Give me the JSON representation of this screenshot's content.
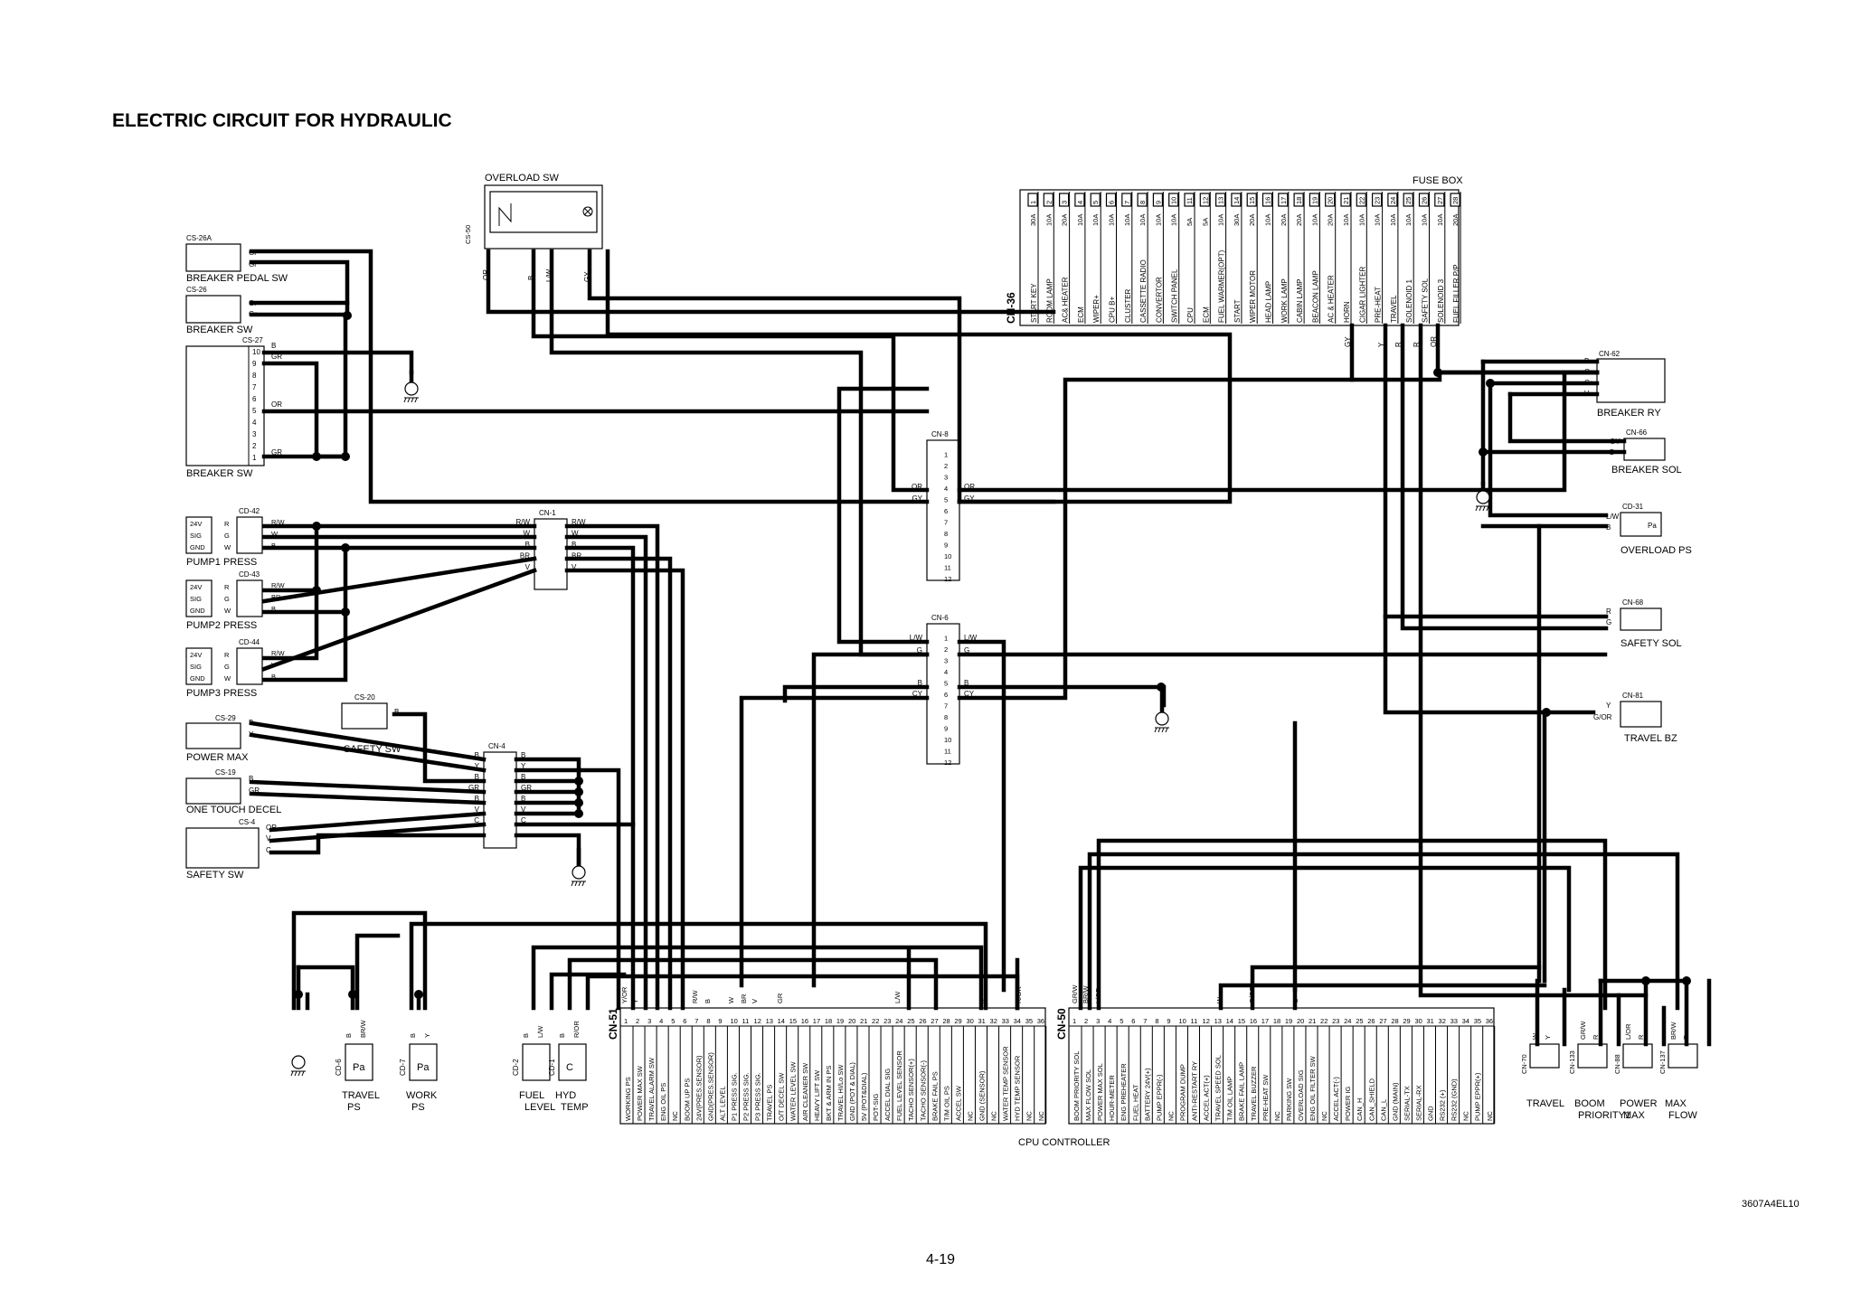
{
  "title": "ELECTRIC CIRCUIT FOR HYDRAULIC",
  "page_number": "4-19",
  "drawing_code": "3607A4EL10",
  "overload_sw": {
    "label": "OVERLOAD SW",
    "conn": "CS-50",
    "wires": [
      "OR",
      "B",
      "L/W",
      "GY"
    ]
  },
  "fuse_box": {
    "label": "FUSE BOX",
    "conn": "CN-36",
    "fuses": [
      {
        "no": "1",
        "amp": "30A",
        "name": "START KEY"
      },
      {
        "no": "2",
        "amp": "10A",
        "name": "ROOM LAMP"
      },
      {
        "no": "3",
        "amp": "20A",
        "name": "AC& HEATER"
      },
      {
        "no": "4",
        "amp": "10A",
        "name": "ECM"
      },
      {
        "no": "5",
        "amp": "10A",
        "name": "WIPER+"
      },
      {
        "no": "6",
        "amp": "10A",
        "name": "CPU B+"
      },
      {
        "no": "7",
        "amp": "10A",
        "name": "CLUSTER"
      },
      {
        "no": "8",
        "amp": "10A",
        "name": "CASSETTE RADIO"
      },
      {
        "no": "9",
        "amp": "10A",
        "name": "CONVERTOR"
      },
      {
        "no": "10",
        "amp": "10A",
        "name": "SWITCH PANEL"
      },
      {
        "no": "11",
        "amp": "5A",
        "name": "CPU"
      },
      {
        "no": "12",
        "amp": "5A",
        "name": "ECM"
      },
      {
        "no": "13",
        "amp": "10A",
        "name": "FUEL WARMER(OPT)"
      },
      {
        "no": "14",
        "amp": "30A",
        "name": "START"
      },
      {
        "no": "15",
        "amp": "20A",
        "name": "WIPER MOTOR"
      },
      {
        "no": "16",
        "amp": "10A",
        "name": "HEAD LAMP"
      },
      {
        "no": "17",
        "amp": "20A",
        "name": "WORK LAMP"
      },
      {
        "no": "18",
        "amp": "20A",
        "name": "CABIN LAMP"
      },
      {
        "no": "19",
        "amp": "10A",
        "name": "BEACON LAMP"
      },
      {
        "no": "20",
        "amp": "20A",
        "name": "AC & HEATER"
      },
      {
        "no": "21",
        "amp": "10A",
        "name": "HORN"
      },
      {
        "no": "22",
        "amp": "10A",
        "name": "CIGAR LIGHTER"
      },
      {
        "no": "23",
        "amp": "10A",
        "name": "PRE-HEAT"
      },
      {
        "no": "24",
        "amp": "10A",
        "name": "TRAVEL"
      },
      {
        "no": "25",
        "amp": "10A",
        "name": "SOLENOID 1"
      },
      {
        "no": "26",
        "amp": "10A",
        "name": "SAFETY SOL"
      },
      {
        "no": "27",
        "amp": "10A",
        "name": "SOLENOID 3"
      },
      {
        "no": "28",
        "amp": "20A",
        "name": "FUEL FILLER P/P"
      }
    ],
    "out_wires": [
      "GY",
      "Y",
      "R",
      "R",
      "OR"
    ]
  },
  "left_components": {
    "cs26a": {
      "conn": "CS-26A",
      "name": "BREAKER PEDAL SW",
      "wires": [
        "Gr",
        "Gr"
      ]
    },
    "cs26": {
      "conn": "CS-26",
      "name": "BREAKER SW",
      "wires": [
        "Gr",
        "Gr"
      ]
    },
    "cs27": {
      "conn": "CS-27",
      "name": "BREAKER SW",
      "wires": [
        "B",
        "GR",
        "OR",
        "GR"
      ],
      "pins": [
        "10",
        "9",
        "8",
        "7",
        "6",
        "5",
        "4",
        "3",
        "2",
        "1"
      ]
    },
    "cd42": {
      "conn": "CD-42",
      "name": "PUMP1 PRESS",
      "wires": [
        "R/W",
        "W",
        "B"
      ]
    },
    "cd43": {
      "conn": "CD-43",
      "name": "PUMP2 PRESS",
      "wires": [
        "R/W",
        "BR",
        "B"
      ]
    },
    "cd44": {
      "conn": "CD-44",
      "name": "PUMP3 PRESS",
      "wires": [
        "R/W",
        "V",
        "B"
      ]
    },
    "sensor_pins": [
      "24V",
      "SIG",
      "GND"
    ],
    "sensor_letters": [
      "R",
      "G",
      "W"
    ],
    "cs29": {
      "conn": "CS-29",
      "name": "POWER MAX",
      "wires": [
        "B",
        "Y"
      ]
    },
    "cs20": {
      "conn": "CS-20",
      "name": "SAFETY SW",
      "wires": [
        "B"
      ]
    },
    "cs19": {
      "conn": "CS-19",
      "name": "ONE TOUCH DECEL",
      "wires": [
        "B",
        "GR"
      ]
    },
    "cs4": {
      "conn": "CS-4",
      "name": "SAFETY SW",
      "wires": [
        "OR",
        "V",
        "C"
      ]
    }
  },
  "cn1": {
    "conn": "CN-1",
    "left": [
      "R/W",
      "W",
      "B",
      "BR",
      "V"
    ],
    "right": [
      "R/W",
      "W",
      "B",
      "BR",
      "V"
    ]
  },
  "cn4": {
    "conn": "CN-4",
    "left": [
      "B",
      "Y",
      "B",
      "GR",
      "B",
      "V",
      "C"
    ],
    "right": [
      "B",
      "Y",
      "B",
      "GR",
      "B",
      "V",
      "C"
    ]
  },
  "cn8": {
    "conn": "CN-8",
    "left": [
      "OR",
      "GY"
    ],
    "right": [
      "OR",
      "GY"
    ]
  },
  "cn6": {
    "conn": "CN-6",
    "left": [
      "L/W",
      "G",
      "B",
      "CY"
    ],
    "right": [
      "L/W",
      "G",
      "B",
      "CY"
    ]
  },
  "right_components": {
    "cn62": {
      "conn": "CN-62",
      "name": "BREAKER RY",
      "wires": [
        "B",
        "Or",
        "Gr",
        "V"
      ]
    },
    "cn66": {
      "conn": "CN-66",
      "name": "BREAKER SOL",
      "wires": [
        "GY",
        "B"
      ]
    },
    "cd31": {
      "conn": "CD-31",
      "name": "OVERLOAD PS",
      "wires": [
        "L/W",
        "B"
      ],
      "sym": "Pa"
    },
    "cn68": {
      "conn": "CN-68",
      "name": "SAFETY SOL",
      "wires": [
        "R",
        "G"
      ]
    },
    "cn81": {
      "conn": "CN-81",
      "name": "TRAVEL BZ",
      "wires": [
        "Y",
        "G/OR"
      ]
    }
  },
  "bottom_sensors": {
    "cd6": {
      "conn": "CD-6",
      "name": "TRAVEL\nPS",
      "name1": "TRAVEL",
      "name2": "PS",
      "wires": [
        "B",
        "BR/W"
      ],
      "sym": "Pa"
    },
    "cd7": {
      "conn": "CD-7",
      "name1": "WORK",
      "name2": "PS",
      "wires": [
        "B",
        "Y"
      ],
      "sym": "Pa"
    },
    "cd2": {
      "conn": "CD-2",
      "name1": "FUEL",
      "name2": "LEVEL",
      "wires": [
        "B",
        "L/W"
      ]
    },
    "cd1": {
      "conn": "CD-1",
      "name1": "HYD",
      "name2": "TEMP",
      "wires": [
        "B",
        "R/OR"
      ],
      "sym": "C"
    }
  },
  "cn51": {
    "conn": "CN-51",
    "top_wires": [
      "Y/OR",
      "Y",
      "R/W",
      "B",
      "W",
      "BR",
      "V",
      "GR",
      "L/W",
      "B",
      "R/OR"
    ],
    "pins": [
      "WORKING PS",
      "POWER MAX SW",
      "TRAVEL ALARM SW",
      "ENG OIL PS",
      "NC",
      "BOOM UP PS",
      "24V(PRES.SENSOR)",
      "GND(PRES.SENSOR)",
      "ALT LEVEL",
      "P1 PRESS SIG.",
      "P2 PRESS SIG.",
      "P3 PRESS SIG.",
      "TRAVEL PS",
      "O/T DECEL SW",
      "WATER LEVEL SW",
      "AIR CLEANER SW",
      "HEAVY LIFT SW",
      "BKT & ARM IN PS",
      "TRAVEL HI/Lo SW",
      "GND (POT & DIAL)",
      "5V (POT&DIAL)",
      "POT-SIG",
      "ACCEL DIAL SIG",
      "FUEL LEVEL SENSOR",
      "TACHO SENSOR(+)",
      "TACHO SENSOR(-)",
      "BRAKE FAIL PS",
      "T/M OIL PS",
      "ACCEL SW",
      "NC",
      "GND (SENSOR)",
      "NC",
      "WATER TEMP SENSOR",
      "HYD TEMP SENSOR",
      "NC",
      "NC"
    ]
  },
  "cn50": {
    "conn": "CN-50",
    "top_wires": [
      "GR/W",
      "BR/W",
      "L/OR",
      "W",
      "G/OR",
      "G"
    ],
    "pins": [
      "BOOM PRIORITY SOL",
      "MAX FLOW SOL",
      "POWER MAX SOL",
      "HOUR-METER",
      "ENG PREHEATER",
      "FUEL HEAT",
      "BATTERY 24V(+)",
      "PUMP EPPR(-)",
      "NC",
      "PROGRAM DUMP",
      "ANTI-RESTART RY",
      "ACCEL ACT(+)",
      "TRAVEL SPEED SOL",
      "T/M OIL LAMP",
      "BRAKE FAIL LAMP",
      "TRAVEL BUZZER",
      "PRE-HEAT SW",
      "NC",
      "PARKING SW",
      "OVERLOAD SIG",
      "ENG OIL FILTER SW",
      "NC",
      "ACCEL ACT(-)",
      "POWER IG",
      "CAN_H",
      "CAN_SHIELD",
      "CAN_L",
      "GND (MAIN)",
      "SERIAL-TX",
      "SERIAL-RX",
      "GND",
      "RS232 (+)",
      "RS232 (GND)",
      "NC",
      "PUMP EPPR(+)",
      "NC"
    ]
  },
  "cpu_controller": "CPU CONTROLLER",
  "bottom_right": {
    "cn70": {
      "conn": "CN-70",
      "name1": "TRAVEL",
      "name2": "",
      "wires": [
        "W",
        "Y"
      ]
    },
    "cn133": {
      "conn": "CN-133",
      "name1": "BOOM",
      "name2": "PRIORITY1",
      "wires": [
        "GR/W",
        "R"
      ]
    },
    "cn88": {
      "conn": "CN-88",
      "name1": "POWER",
      "name2": "MAX",
      "wires": [
        "L/OR",
        "R"
      ]
    },
    "cn137": {
      "conn": "CN-137",
      "name1": "MAX",
      "name2": "FLOW",
      "wires": [
        "BR/W",
        "R"
      ]
    }
  }
}
